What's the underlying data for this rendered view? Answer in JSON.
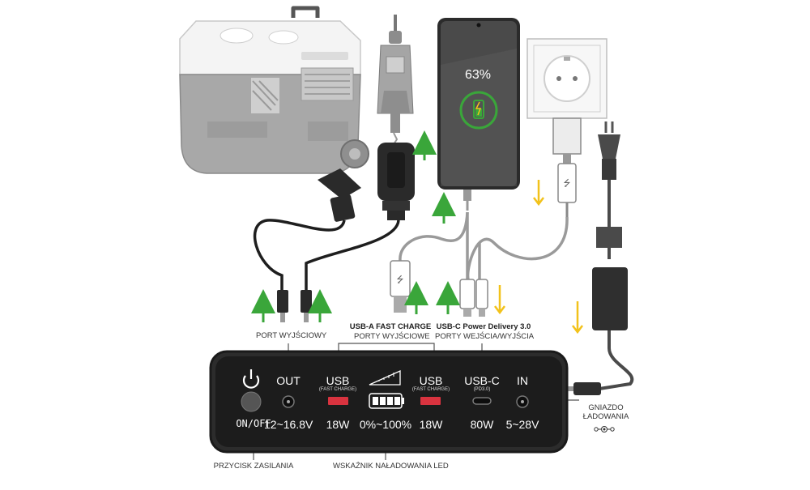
{
  "phone": {
    "battery_percent": "63%"
  },
  "labels": {
    "port_output": "PORT WYJŚCIOWY",
    "usba_title": "USB-A FAST CHARGE",
    "usba_sub": "PORTY WYJŚCIOWE",
    "usbc_title": "USB-C Power Delivery 3.0",
    "usbc_sub": "PORTY WEJŚCIA/WYJŚCIA",
    "input_socket_line1": "GNIAZDO",
    "input_socket_line2": "ŁADOWANIA",
    "power_button": "PRZYCISK ZASILANIA",
    "led_indicator": "WSKAŹNIK NAŁADOWANIA LED"
  },
  "panel": {
    "out_label": "OUT",
    "usb1_label": "USB",
    "usb1_sub": "(FAST CHARGE)",
    "usb2_label": "USB",
    "usb2_sub": "(FAST CHARGE)",
    "usbc_label": "USB-C",
    "usbc_sub": "(PD3.0)",
    "in_label": "IN",
    "onoff_value": "ON/OFF",
    "out_value": "12~16.8V",
    "usb1_value": "18W",
    "led_value": "0%~100%",
    "usb2_value": "18W",
    "usbc_value": "80W",
    "in_value": "5~28V"
  },
  "colors": {
    "arrow_green": "#3aa63a",
    "arrow_yellow": "#f2c21b",
    "panel_bg": "#1c1c1c",
    "port_red": "#d9333f"
  }
}
